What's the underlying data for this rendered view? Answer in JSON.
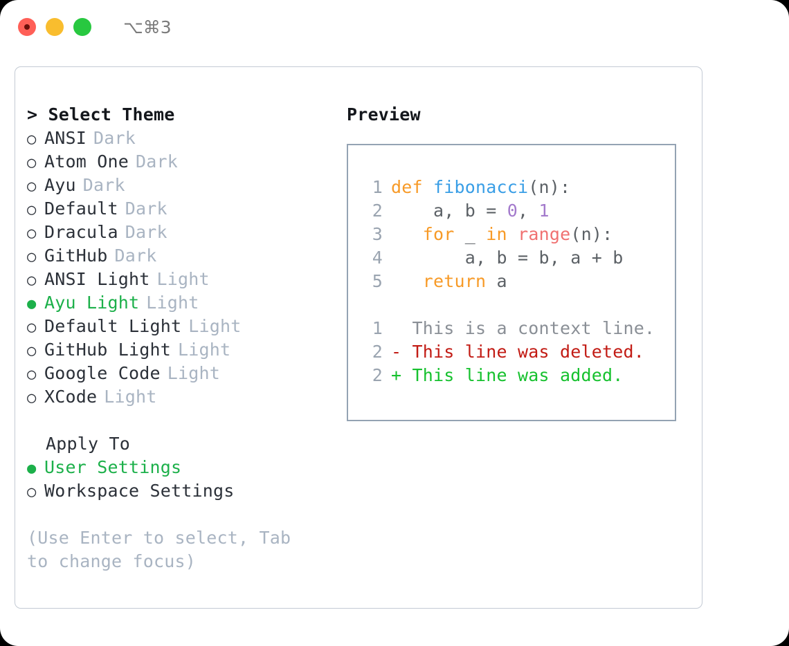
{
  "titlebar": {
    "lights": [
      "close",
      "minimize",
      "maximize"
    ],
    "shortcut": "⌥⌘3"
  },
  "theme_panel": {
    "header": "> Select Theme",
    "items": [
      {
        "bullet": "○",
        "label": "ANSI",
        "tag": "Dark",
        "selected": false
      },
      {
        "bullet": "○",
        "label": "Atom One",
        "tag": "Dark",
        "selected": false
      },
      {
        "bullet": "○",
        "label": "Ayu",
        "tag": "Dark",
        "selected": false
      },
      {
        "bullet": "○",
        "label": "Default",
        "tag": "Dark",
        "selected": false
      },
      {
        "bullet": "○",
        "label": "Dracula",
        "tag": "Dark",
        "selected": false
      },
      {
        "bullet": "○",
        "label": "GitHub",
        "tag": "Dark",
        "selected": false
      },
      {
        "bullet": "○",
        "label": "ANSI Light",
        "tag": "Light",
        "selected": false
      },
      {
        "bullet": "●",
        "label": "Ayu Light",
        "tag": "Light",
        "selected": true
      },
      {
        "bullet": "○",
        "label": "Default Light",
        "tag": "Light",
        "selected": false
      },
      {
        "bullet": "○",
        "label": "GitHub Light",
        "tag": "Light",
        "selected": false
      },
      {
        "bullet": "○",
        "label": "Google Code",
        "tag": "Light",
        "selected": false
      },
      {
        "bullet": "○",
        "label": "XCode",
        "tag": "Light",
        "selected": false
      }
    ]
  },
  "apply_to": {
    "header": "Apply To",
    "items": [
      {
        "bullet": "●",
        "label": "User Settings",
        "selected": true
      },
      {
        "bullet": "○",
        "label": "Workspace Settings",
        "selected": false
      }
    ]
  },
  "hint": "(Use Enter to select, Tab to change focus)",
  "preview": {
    "title": "Preview",
    "code_lines": [
      {
        "no": "1",
        "tokens": [
          {
            "t": "def",
            "c": "kw"
          },
          {
            "t": " ",
            "c": "punc"
          },
          {
            "t": "fibonacci",
            "c": "fn"
          },
          {
            "t": "(n):",
            "c": "punc"
          }
        ]
      },
      {
        "no": "2",
        "tokens": [
          {
            "t": "    a, b = ",
            "c": "codetext"
          },
          {
            "t": "0",
            "c": "num"
          },
          {
            "t": ", ",
            "c": "codetext"
          },
          {
            "t": "1",
            "c": "num"
          }
        ]
      },
      {
        "no": "3",
        "tokens": [
          {
            "t": "   ",
            "c": "codetext"
          },
          {
            "t": "for",
            "c": "kw"
          },
          {
            "t": " _ ",
            "c": "codetext"
          },
          {
            "t": "in",
            "c": "kw"
          },
          {
            "t": " ",
            "c": "codetext"
          },
          {
            "t": "range",
            "c": "bfn"
          },
          {
            "t": "(n):",
            "c": "punc"
          }
        ]
      },
      {
        "no": "4",
        "tokens": [
          {
            "t": "       a, b = b, a + b",
            "c": "codetext"
          }
        ]
      },
      {
        "no": "5",
        "tokens": [
          {
            "t": "   ",
            "c": "codetext"
          },
          {
            "t": "return",
            "c": "kw"
          },
          {
            "t": " a",
            "c": "codetext"
          }
        ]
      }
    ],
    "diff_lines": [
      {
        "no": "1",
        "marker": "  ",
        "text": "This is a context line.",
        "kind": "ctx"
      },
      {
        "no": "2",
        "marker": "- ",
        "text": "This line was deleted.",
        "kind": "del"
      },
      {
        "no": "2",
        "marker": "+ ",
        "text": "This line was added.",
        "kind": "add"
      }
    ]
  },
  "colors": {
    "accent_green": "#1cb04a",
    "muted": "#a9b4c2",
    "border": "#c3cad4",
    "preview_border": "#94a3b3",
    "kw_orange": "#f79a27",
    "fn_blue": "#399ee6",
    "num_purple": "#a37acc",
    "builtin_red": "#f07171",
    "diff_del": "#c21b14",
    "diff_add": "#16c12e",
    "light_red": "#ff5f57",
    "light_yellow": "#f9bd2e",
    "light_green": "#28c840"
  }
}
